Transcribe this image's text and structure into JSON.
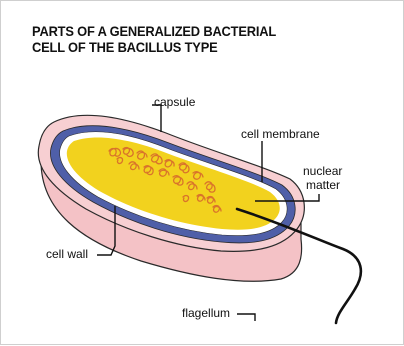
{
  "title": {
    "line1": "PARTS OF A GENERALIZED BACTERIAL",
    "line2": "CELL OF THE BACILLUS TYPE"
  },
  "labels": {
    "capsule": "capsule",
    "cell_membrane": "cell membrane",
    "nuclear_matter_line1": "nuclear",
    "nuclear_matter_line2": "matter",
    "cell_wall": "cell wall",
    "flagellum": "flagellum"
  },
  "colors": {
    "capsule": "#f7cfd2",
    "capsule_edge": "#e4a7ad",
    "cell_wall": "#4f5fa8",
    "membrane": "#ffffff",
    "cytoplasm": "#f2d21e",
    "nuclear_matter": "#d9732b",
    "outline": "#2a2a2a"
  }
}
